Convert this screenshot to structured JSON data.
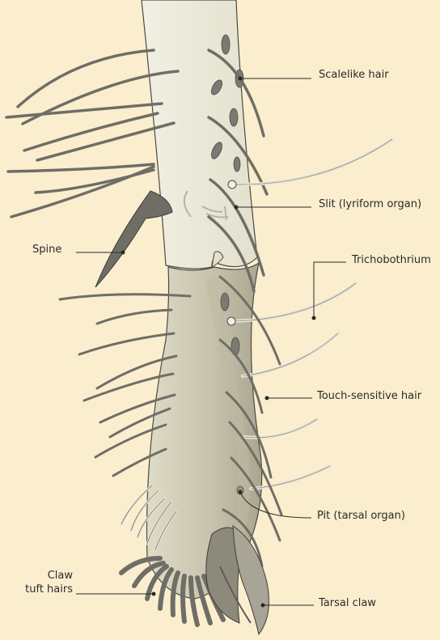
{
  "labels": {
    "scalelike_hair": "Scalelike hair",
    "slit_organ": "Slit (lyriform organ)",
    "trichobothrium": "Trichobothrium",
    "spine": "Spine",
    "touch_sensitive_hair": "Touch-sensitive hair",
    "pit": "Pit (tarsal organ)",
    "claw_tuft_line1": "Claw",
    "claw_tuft_line2": "tuft hairs",
    "tarsal_claw": "Tarsal claw"
  },
  "colors": {
    "background": "#fbeecf",
    "segment_fill": "#ecead9",
    "tarsus_fill": "#cfcbb6",
    "tarsus_shade": "#b3af99",
    "hair_dark": "#6f6e66",
    "hair_light": "#e9e6d6",
    "scale_fill": "#7b7a72",
    "outline": "#4a4a44",
    "leader": "#2a2a2a"
  }
}
